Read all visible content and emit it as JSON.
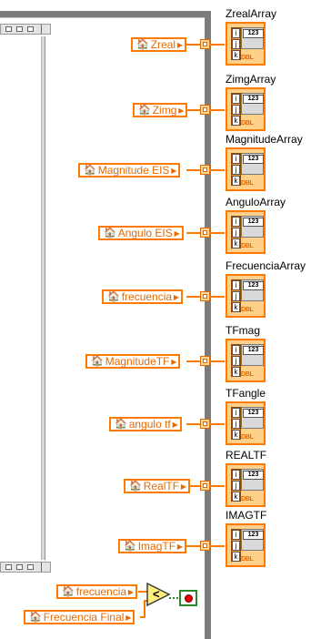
{
  "controls": [
    {
      "label": "Zreal"
    },
    {
      "label": "Zimg"
    },
    {
      "label": "Magnitude EIS"
    },
    {
      "label": "Angulo EIS"
    },
    {
      "label": "frecuencia"
    },
    {
      "label": "MagnitudeTF"
    },
    {
      "label": "angulo tf"
    },
    {
      "label": "RealTF"
    },
    {
      "label": "ImagTF"
    }
  ],
  "indicators": [
    {
      "label": "ZrealArray"
    },
    {
      "label": "ZimgArray"
    },
    {
      "label": "MagnitudeArray"
    },
    {
      "label": "AnguloArray"
    },
    {
      "label": "FrecuenciaArray"
    },
    {
      "label": "TFmag"
    },
    {
      "label": "TFangle"
    },
    {
      "label": "REALTF"
    },
    {
      "label": "IMAGTF"
    }
  ],
  "terminal_text": {
    "type": "DBL",
    "numeric": "123",
    "indices": [
      "i",
      "j",
      "k"
    ]
  },
  "compare": {
    "input1": "frecuencia",
    "input2": "Frecuencia Final",
    "operator": "<"
  },
  "glyphs": {
    "local_variable": "house-icon",
    "arrow": "▶"
  }
}
